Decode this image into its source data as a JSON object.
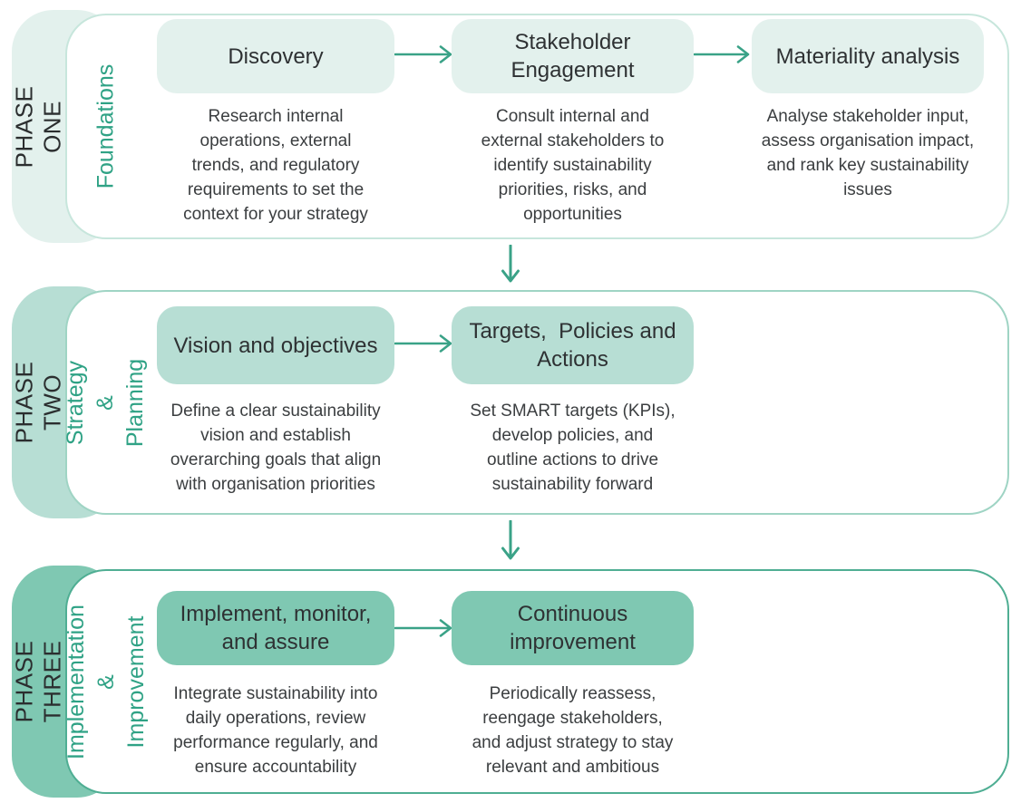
{
  "diagram": {
    "title_implicit": "Sustainability strategy phases",
    "theme": {
      "arrow_color": "#3aa287",
      "category_label_color": "#2fa285",
      "phase_text_color": "#2b2e2f",
      "title_text_color": "#2e3133",
      "body_text_color": "#3b3e40"
    },
    "phases": [
      {
        "phase_label": "PHASE ONE",
        "category_label": "Foundations",
        "band_color": "#e3f1ed",
        "box_color": "#e3f1ed",
        "border_color": "#c7e6dc",
        "steps": [
          {
            "title": "Discovery",
            "description": "Research internal\noperations, external\ntrends, and regulatory\nrequirements to set the\ncontext for your strategy"
          },
          {
            "title": "Stakeholder\nEngagement",
            "description": "Consult internal and\nexternal stakeholders to\nidentify sustainability\npriorities, risks, and\nopportunities"
          },
          {
            "title": "Materiality analysis",
            "description": "Analyse stakeholder input,\nassess organisation impact,\nand rank key sustainability\nissues"
          }
        ]
      },
      {
        "phase_label": "PHASE TWO",
        "category_label": "Strategy & Planning",
        "band_color": "#b7ded4",
        "box_color": "#b7ded4",
        "border_color": "#9fd4c4",
        "steps": [
          {
            "title": "Vision and objectives",
            "description": "Define a clear sustainability\nvision and establish\noverarching goals that align\nwith organisation priorities"
          },
          {
            "title": "Targets,  Policies and\nActions",
            "description": "Set SMART targets (KPIs),\ndevelop policies, and\noutline actions to drive\nsustainability forward"
          }
        ]
      },
      {
        "phase_label": "PHASE THREE",
        "category_label": "Implementation &\nImprovement",
        "band_color": "#7fc8b2",
        "box_color": "#7fc8b2",
        "border_color": "#4fae93",
        "steps": [
          {
            "title": "Implement, monitor,\nand assure",
            "description": "Integrate sustainability into\ndaily operations, review\nperformance regularly, and\nensure accountability"
          },
          {
            "title": "Continuous\nimprovement",
            "description": "Periodically reassess,\nreengage stakeholders,\nand adjust strategy to stay\nrelevant and ambitious"
          }
        ]
      }
    ]
  }
}
